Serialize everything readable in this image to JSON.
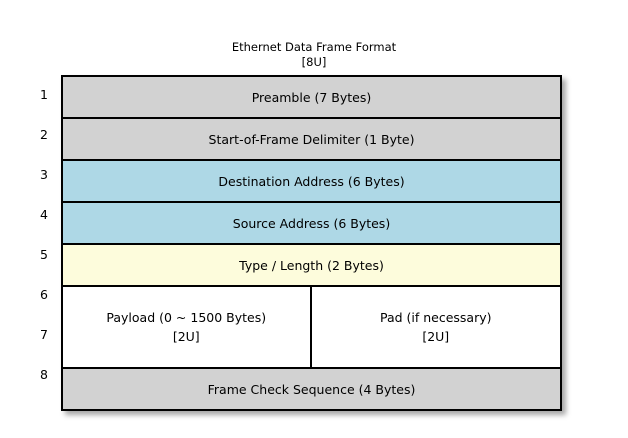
{
  "title": {
    "main": "Ethernet Data Frame Format",
    "sub": "[8U]"
  },
  "colors": {
    "grey": "#d2d2d2",
    "blue": "#aed8e6",
    "cream": "#fdfcdc",
    "white": "#ffffff",
    "border": "#000000",
    "background": "#ffffff"
  },
  "row_indices": [
    "1",
    "2",
    "3",
    "4",
    "5",
    "6",
    "7",
    "8"
  ],
  "frame_rows": [
    {
      "index": "1",
      "label": "Preamble (7 Bytes)",
      "fill": "grey",
      "span": 1
    },
    {
      "index": "2",
      "label": "Start-of-Frame Delimiter (1 Byte)",
      "fill": "grey",
      "span": 1
    },
    {
      "index": "3",
      "label": "Destination Address (6 Bytes)",
      "fill": "blue",
      "span": 1
    },
    {
      "index": "4",
      "label": "Source Address (6 Bytes)",
      "fill": "blue",
      "span": 1
    },
    {
      "index": "5",
      "label": "Type / Length (2 Bytes)",
      "fill": "cream",
      "span": 1
    },
    {
      "index": "6-7",
      "fill": "white",
      "span": 2,
      "split": true,
      "left": {
        "label": "Payload (0 ~ 1500 Bytes)",
        "sub": "[2U]"
      },
      "right": {
        "label": "Pad (if necessary)",
        "sub": "[2U]"
      }
    },
    {
      "index": "8",
      "label": "Frame Check Sequence (4 Bytes)",
      "fill": "grey",
      "span": 1
    }
  ]
}
